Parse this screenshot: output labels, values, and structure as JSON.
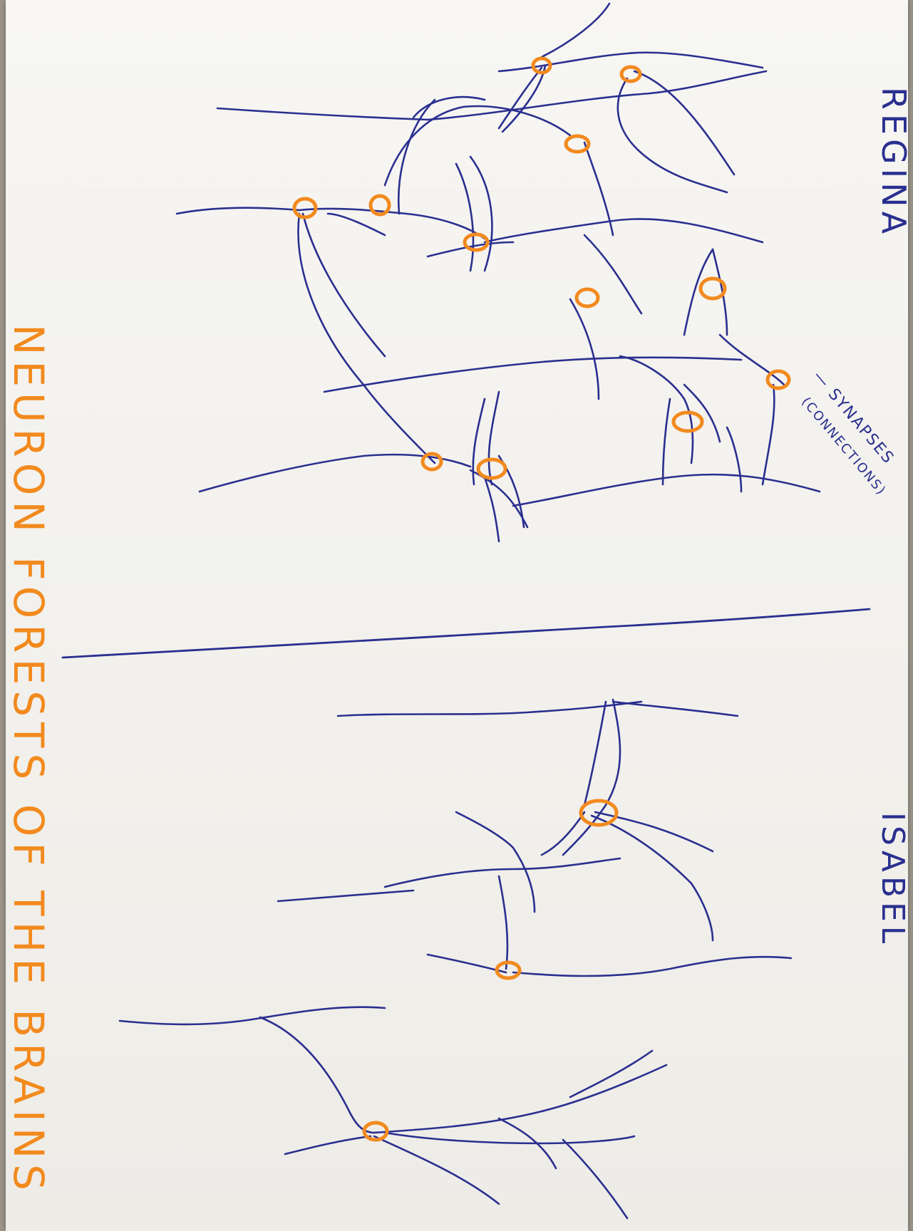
{
  "title": "NEURON FORESTS OF THE BRAINS",
  "names": {
    "top": "REGINA",
    "bottom": "ISABEL"
  },
  "annotation": {
    "line1": "— SYNAPSES",
    "line2": "(CONNECTIONS)"
  },
  "colors": {
    "ink_blue": "#2a2f8f",
    "orange": "#f28a1e",
    "paper": "#f5f4f0"
  }
}
